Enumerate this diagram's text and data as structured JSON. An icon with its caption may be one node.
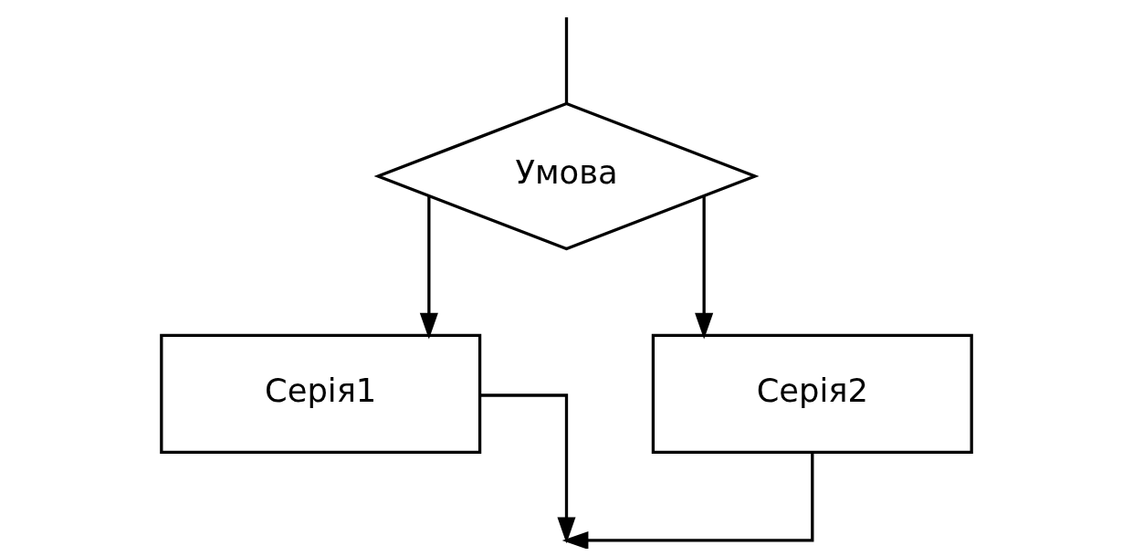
{
  "diagram": {
    "nodes": [
      {
        "text": [
          "Умова"
        ]
      },
      {
        "text": [
          "Серія1"
        ]
      },
      {
        "text": [
          "Серія2"
        ]
      }
    ],
    "edges": [
      {
        "from": null,
        "to": 0,
        "arrow": "none"
      },
      {
        "from": 0,
        "to": 1,
        "arrow": "to"
      },
      {
        "from": 0,
        "to": 2,
        "arrow": "to"
      },
      {
        "from": 1,
        "to": null,
        "arrow": "to"
      },
      {
        "from": 2,
        "to": null,
        "arrow": "to"
      }
    ]
  }
}
